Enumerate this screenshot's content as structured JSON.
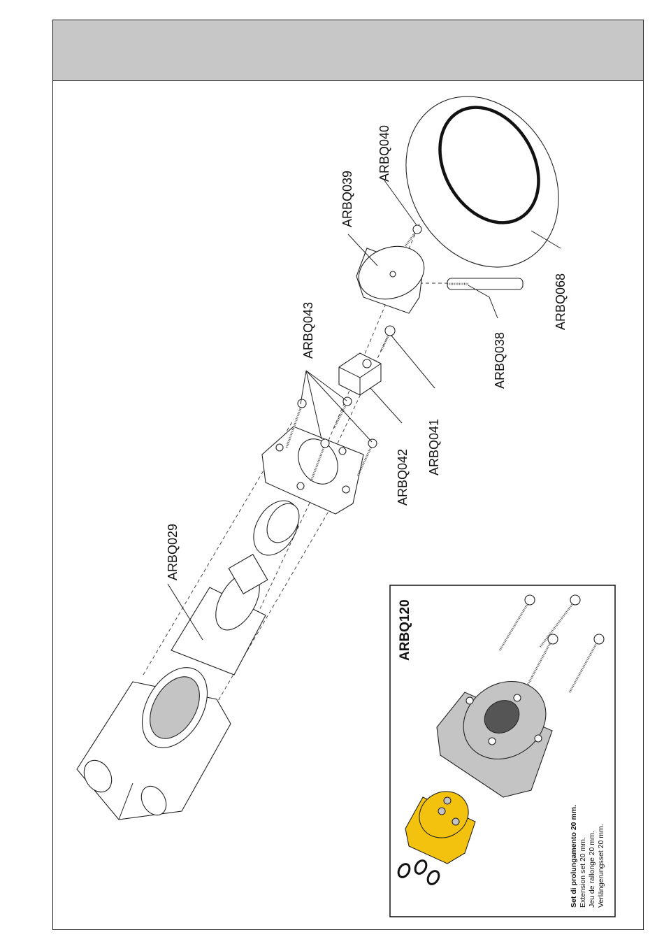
{
  "parts": {
    "arbq029": "ARBQ029",
    "arbq043": "ARBQ043",
    "arbq039": "ARBQ039",
    "arbq040": "ARBQ040",
    "arbq042": "ARBQ042",
    "arbq041": "ARBQ041",
    "arbq038": "ARBQ038",
    "arbq068": "ARBQ068"
  },
  "inset": {
    "code": "ARBQ120",
    "title": "Set di prolungamento 20 mm.",
    "lines": [
      "Extension set 20 mm.",
      "Jeu de rallonge 20 mm.",
      "Verlängerungsset 20 mm."
    ]
  },
  "colors": {
    "header": "#c7c7c7",
    "grey_part": "#c4c4c4",
    "yellow_part": "#f2c20f"
  }
}
